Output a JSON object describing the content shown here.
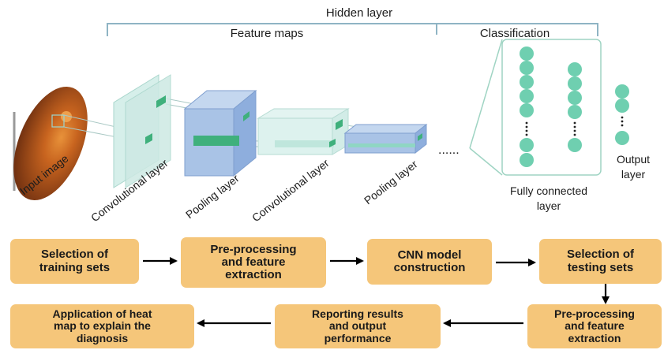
{
  "labels": {
    "hidden_layer": "Hidden layer",
    "feature_maps": "Feature maps",
    "classification": "Classification",
    "input_image": "Input image",
    "conv_layer_1": "Convolutional layer",
    "pooling_layer_1": "Pooling layer",
    "conv_layer_2": "Convolutional layer",
    "pooling_layer_2": "Pooling layer",
    "fully_connected_line1": "Fully connected",
    "fully_connected_line2": "layer",
    "output_line1": "Output",
    "output_line2": "layer",
    "ellipsis": "......"
  },
  "workflow": {
    "step1": "Selection of\ntraining sets",
    "step2": "Pre-processing\nand feature\nextraction",
    "step3": "CNN model\nconstruction",
    "step4": "Selection of\ntesting sets",
    "step5": "Pre-processing\nand feature\nextraction",
    "step6": "Reporting results\nand output\nperformance",
    "step7": "Application of heat\nmap to explain the\ndiagnosis"
  },
  "colors": {
    "bracket": "#8fb4c4",
    "conv_block": "#cfece6",
    "pool_block": "#a9c3e6",
    "neuron": "#6fcfb0",
    "box_fill": "#f5c67a",
    "arrow": "#000000"
  }
}
